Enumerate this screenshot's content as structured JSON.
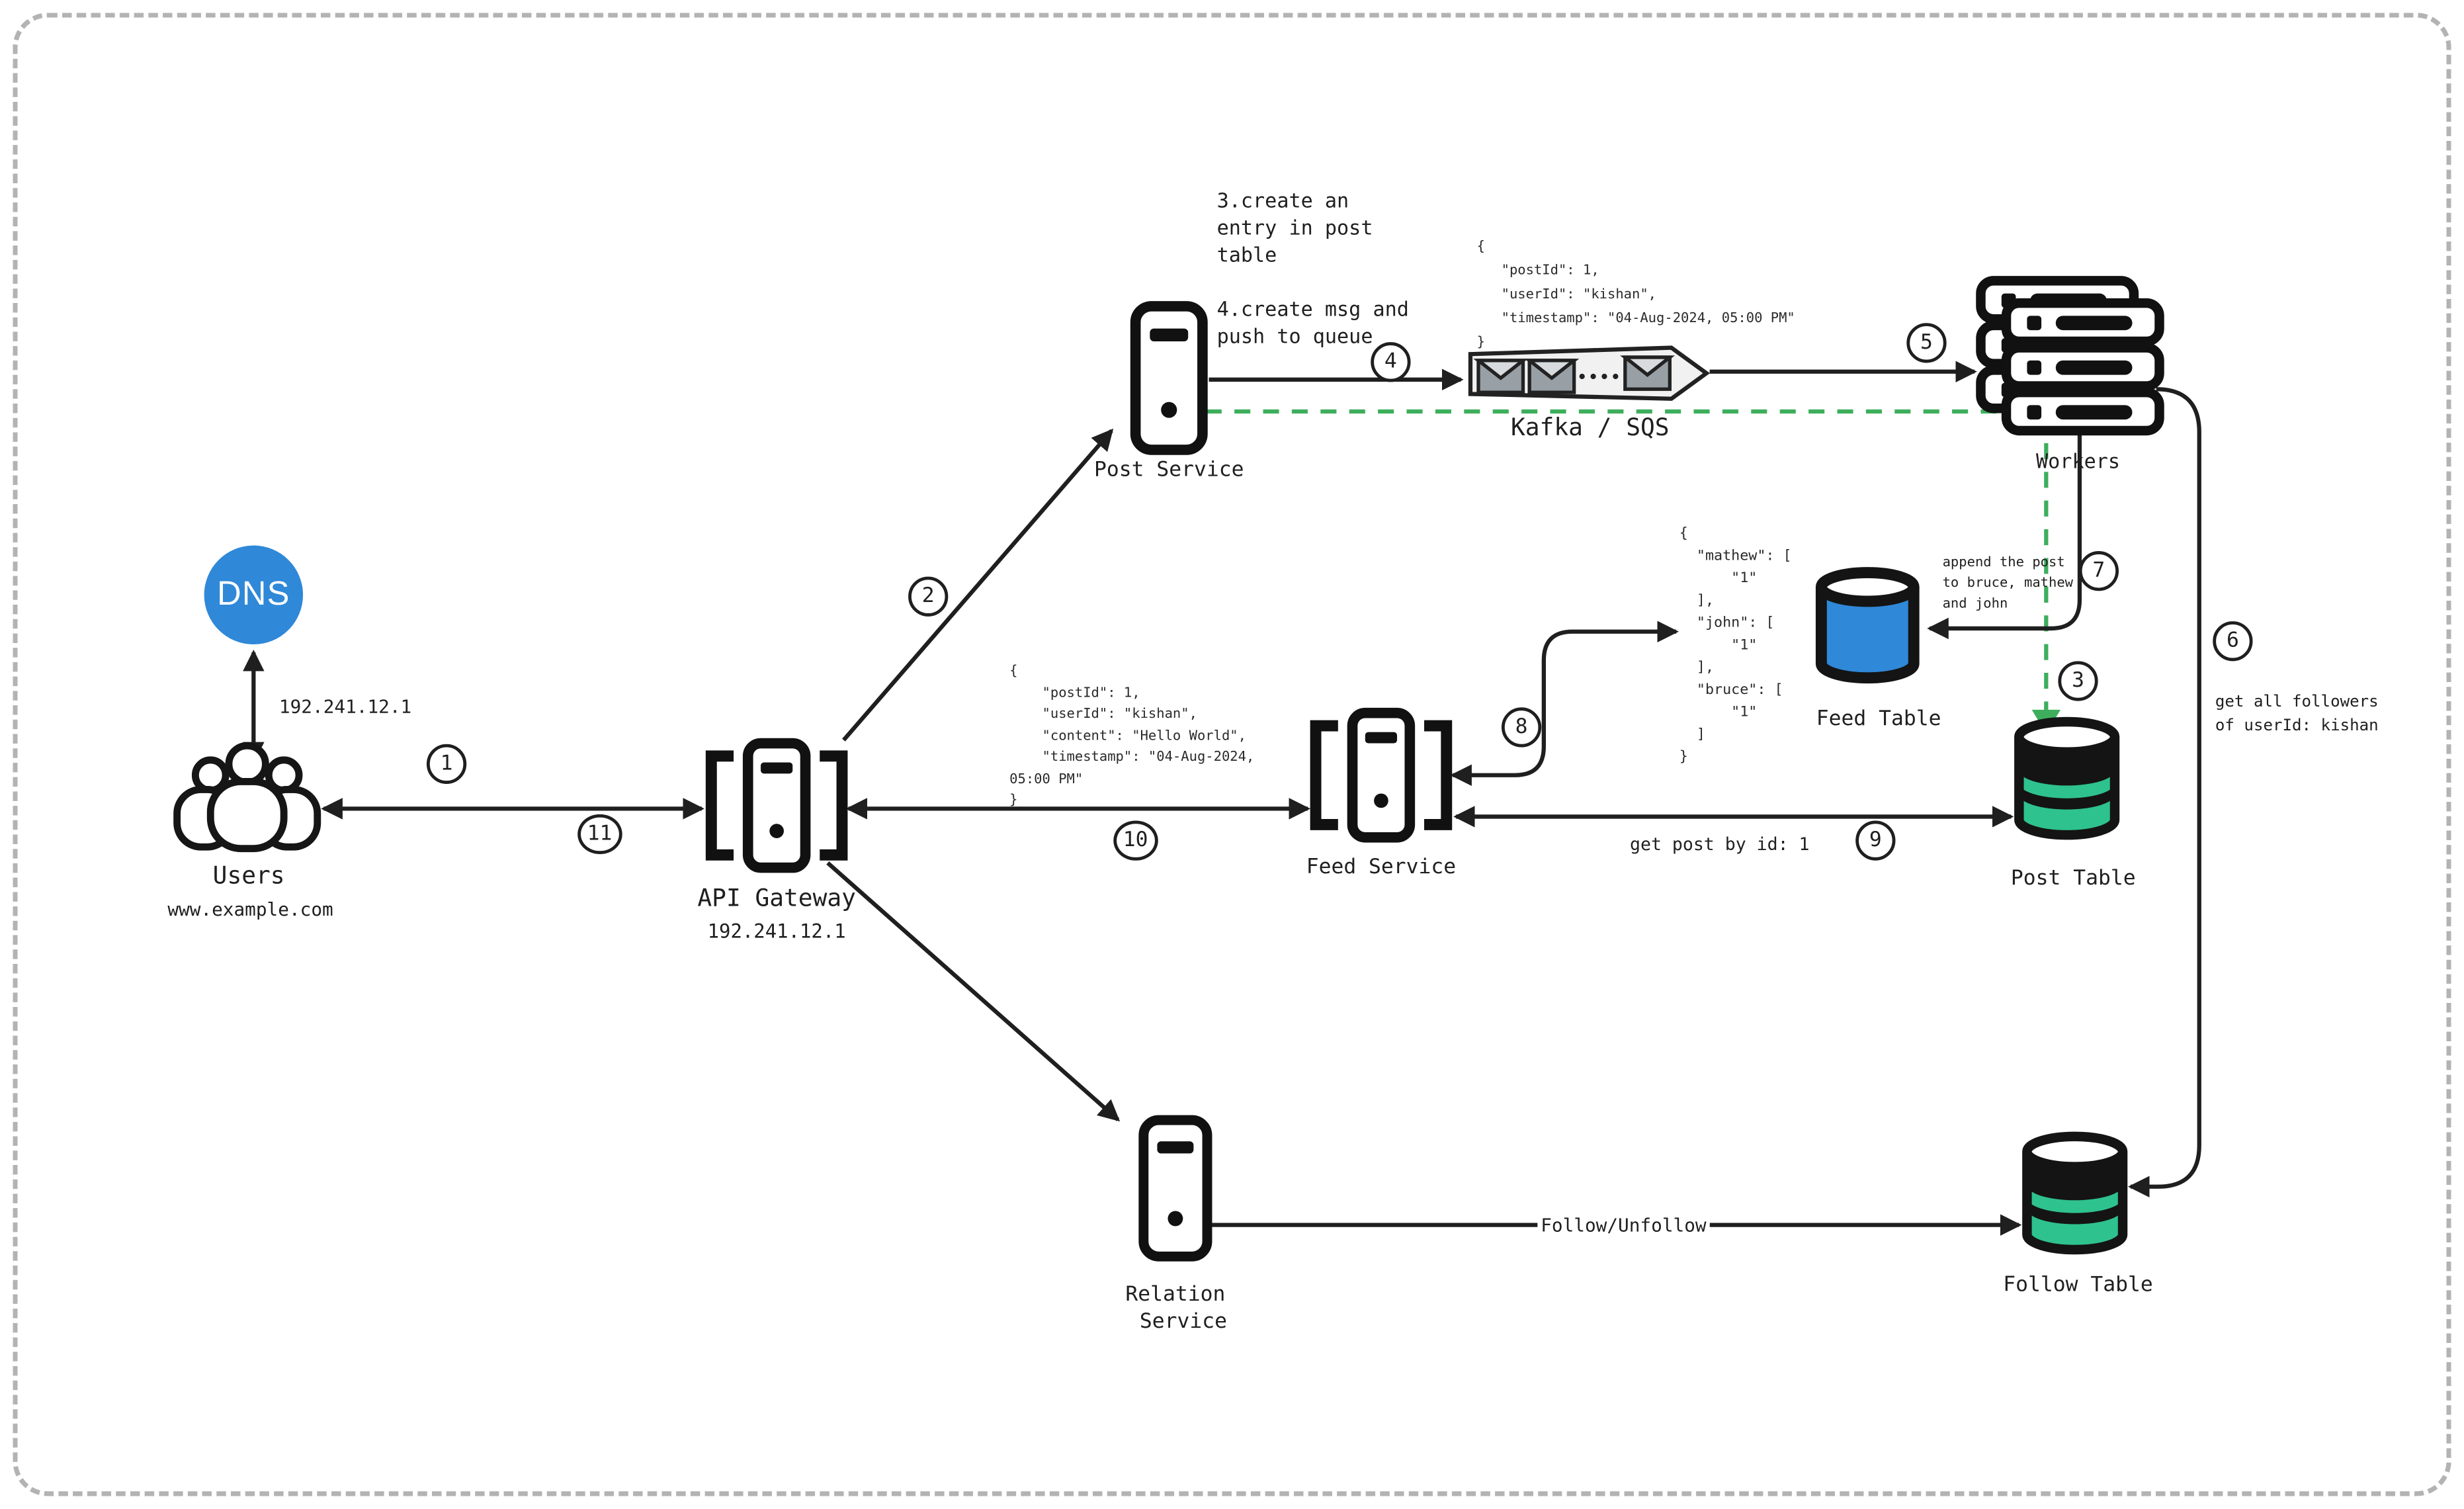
{
  "diagram": {
    "nodes": {
      "dns": {
        "label": "DNS"
      },
      "users": {
        "label": "Users",
        "url": "www.example.com"
      },
      "api_gateway": {
        "label": "API Gateway",
        "ip": "192.241.12.1"
      },
      "post_service": {
        "label": "Post Service"
      },
      "feed_service": {
        "label": "Feed Service"
      },
      "relation_service": {
        "line1": "Relation",
        "line2": "Service"
      },
      "queue": {
        "label": "Kafka / SQS"
      },
      "workers": {
        "label": "Workers"
      },
      "feed_table": {
        "label": "Feed Table"
      },
      "post_table": {
        "label": "Post Table"
      },
      "follow_table": {
        "label": "Follow Table"
      }
    },
    "labels": {
      "dns_ip": "192.241.12.1",
      "follow_unfollow": "Follow/Unfollow",
      "get_post": "get post by id: 1",
      "get_followers": "get all followers\nof userId: kishan",
      "append_post": "append the post\nto bruce, mathew\nand john",
      "note_3": "3.create an\nentry in post\ntable",
      "note_4": "4.create msg and\npush to queue"
    },
    "code": {
      "queue_message": "{\n   \"postId\": 1,\n   \"userId\": \"kishan\",\n   \"timestamp\": \"04-Aug-2024, 05:00 PM\"\n}",
      "feed_request": "{\n    \"postId\": 1,\n    \"userId\": \"kishan\",\n    \"content\": \"Hello World\",\n    \"timestamp\": \"04-Aug-2024,\n05:00 PM\"\n}",
      "feed_table_data": "{\n  \"mathew\": [\n      \"1\"\n  ],\n  \"john\": [\n      \"1\"\n  ],\n  \"bruce\": [\n      \"1\"\n  ]\n}"
    },
    "steps": {
      "s1": "1",
      "s2": "2",
      "s3": "3",
      "s4": "4",
      "s5": "5",
      "s6": "6",
      "s7": "7",
      "s8": "8",
      "s9": "9",
      "s10": "10",
      "s11": "11"
    },
    "colors": {
      "accent_blue": "#2f88d8",
      "db_green": "#2ec28e",
      "flow_green": "#3eae5c",
      "stroke": "#1f1f1f"
    }
  }
}
